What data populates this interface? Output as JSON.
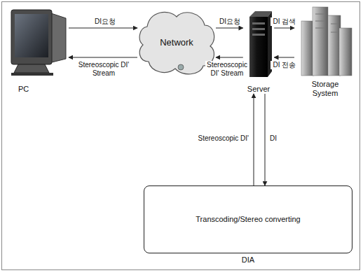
{
  "diagram": {
    "nodes": [
      {
        "text": [
          "PC"
        ]
      },
      {
        "text": [
          "Network"
        ]
      },
      {
        "text": [
          "Server"
        ]
      },
      {
        "text": [
          "Storage System"
        ]
      },
      {
        "text": [
          "Transcoding/Stereo converting",
          "DIA"
        ]
      }
    ],
    "edges": [
      {
        "from": 0,
        "to": 1,
        "label": "DI요청",
        "arrow": "to"
      },
      {
        "from": 1,
        "to": 0,
        "label": "Stereoscopic DI' Stream",
        "arrow": "to"
      },
      {
        "from": 1,
        "to": 2,
        "label": "DI요청",
        "arrow": "to"
      },
      {
        "from": 2,
        "to": 1,
        "label": "Stereoscopic DI' Stream",
        "arrow": "to"
      },
      {
        "from": 2,
        "to": 3,
        "label": "DI 검색",
        "arrow": "to"
      },
      {
        "from": 3,
        "to": 2,
        "label": "DI 전송",
        "arrow": "to"
      },
      {
        "from": 4,
        "to": 2,
        "label": "Stereoscopic DI'",
        "arrow": "to"
      },
      {
        "from": 2,
        "to": 4,
        "label": "DI",
        "arrow": "to"
      }
    ]
  }
}
